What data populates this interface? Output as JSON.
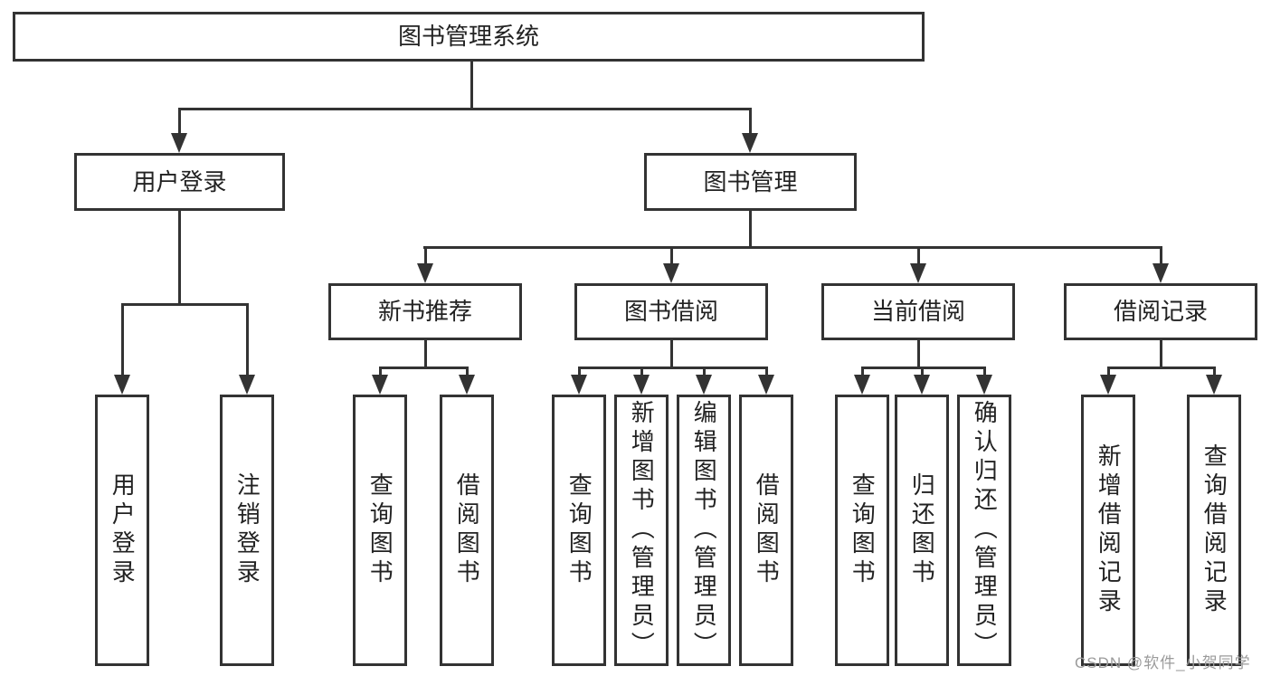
{
  "root_label": "图书管理系统",
  "user_login": {
    "label": "用户登录",
    "children": [
      {
        "label": "用户登录"
      },
      {
        "label": "注销登录"
      }
    ]
  },
  "book_mgmt": {
    "label": "图书管理",
    "sections": [
      {
        "label": "新书推荐",
        "children": [
          {
            "label": "查询图书"
          },
          {
            "label": "借阅图书"
          }
        ]
      },
      {
        "label": "图书借阅",
        "children": [
          {
            "label": "查询图书"
          },
          {
            "label": "新增图书（管理员）"
          },
          {
            "label": "编辑图书（管理员）"
          },
          {
            "label": "借阅图书"
          }
        ]
      },
      {
        "label": "当前借阅",
        "children": [
          {
            "label": "查询图书"
          },
          {
            "label": "归还图书"
          },
          {
            "label": "确认归还（管理员）"
          }
        ]
      },
      {
        "label": "借阅记录",
        "children": [
          {
            "label": "新增借阅记录"
          },
          {
            "label": "查询借阅记录"
          }
        ]
      }
    ]
  },
  "watermark": "CSDN @软件_小贺同学",
  "colors": {
    "line": "#333333",
    "text": "#222222",
    "box_bg": "#ffffff",
    "watermark": "#9b9b9b",
    "background": "#ffffff"
  }
}
